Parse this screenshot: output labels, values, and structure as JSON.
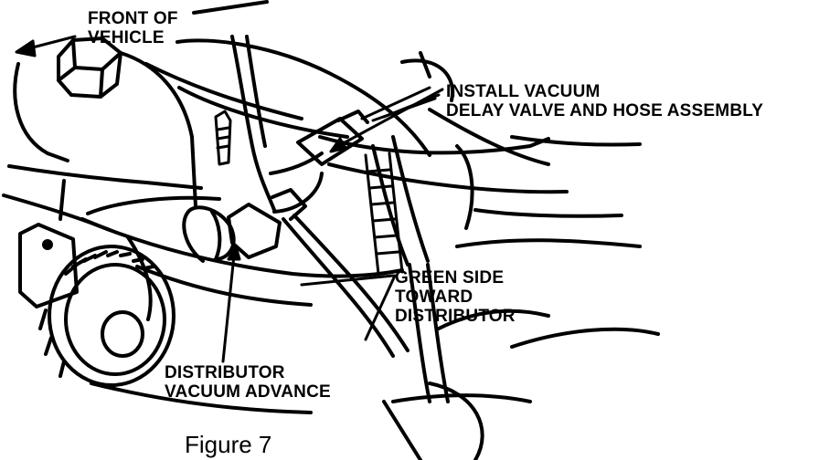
{
  "labels": {
    "front_of_vehicle": [
      "FRONT OF",
      "VEHICLE"
    ],
    "install_valve": [
      "INSTALL VACUUM",
      "DELAY VALVE AND HOSE ASSEMBLY"
    ],
    "green_side": [
      "GREEN SIDE",
      "TOWARD",
      "DISTRIBUTOR"
    ],
    "distributor_advance": [
      "DISTRIBUTOR",
      "VACUUM ADVANCE"
    ]
  },
  "caption": "Figure 7"
}
